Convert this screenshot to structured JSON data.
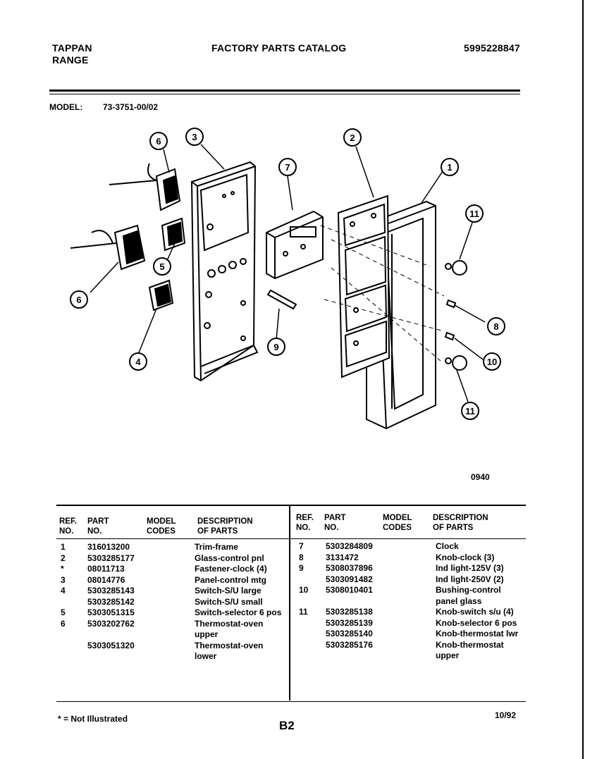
{
  "header": {
    "brand_line1": "TAPPAN",
    "brand_line2": "RANGE",
    "title": "FACTORY PARTS CATALOG",
    "catalog_number": "5995228847"
  },
  "model": {
    "label": "MODEL:",
    "value": "73-3751-00/02"
  },
  "diagram": {
    "callouts": [
      "6",
      "3",
      "2",
      "7",
      "1",
      "11",
      "6",
      "5",
      "8",
      "4",
      "9",
      "10",
      "11"
    ],
    "figure_code": "0940"
  },
  "table": {
    "headers": {
      "ref": [
        "REF.",
        "NO."
      ],
      "part": [
        "PART",
        "NO."
      ],
      "model": [
        "MODEL",
        "CODES"
      ],
      "desc": [
        "DESCRIPTION",
        "OF PARTS"
      ]
    },
    "left_rows": [
      {
        "ref": "1",
        "part": "316013200",
        "desc": "Trim-frame"
      },
      {
        "ref": "2",
        "part": "5303285177",
        "desc": "Glass-control pnl"
      },
      {
        "ref": "*",
        "part": "08011713",
        "desc": "Fastener-clock (4)"
      },
      {
        "ref": "3",
        "part": "08014776",
        "desc": "Panel-control mtg"
      },
      {
        "ref": "4",
        "part": "5303285143",
        "desc": "Switch-S/U large"
      },
      {
        "ref": "",
        "part": "5303285142",
        "desc": "Switch-S/U small"
      },
      {
        "ref": "5",
        "part": "5303051315",
        "desc": "Switch-selector 6 pos"
      },
      {
        "ref": "6",
        "part": "5303202762",
        "desc": "Thermostat-oven"
      },
      {
        "ref": "",
        "part": "",
        "desc": "upper"
      },
      {
        "ref": "",
        "part": "5303051320",
        "desc": "Thermostat-oven"
      },
      {
        "ref": "",
        "part": "",
        "desc": "lower"
      }
    ],
    "right_rows": [
      {
        "ref": "7",
        "part": "5303284809",
        "desc": "Clock"
      },
      {
        "ref": "8",
        "part": "3131472",
        "desc": "Knob-clock (3)"
      },
      {
        "ref": "9",
        "part": "5308037896",
        "desc": "Ind light-125V (3)"
      },
      {
        "ref": "",
        "part": "5303091482",
        "desc": "Ind light-250V (2)"
      },
      {
        "ref": "10",
        "part": "5308010401",
        "desc": "Bushing-control"
      },
      {
        "ref": "",
        "part": "",
        "desc": "panel glass"
      },
      {
        "ref": "11",
        "part": "5303285138",
        "desc": "Knob-switch s/u (4)"
      },
      {
        "ref": "",
        "part": "5303285139",
        "desc": "Knob-selector 6 pos"
      },
      {
        "ref": "",
        "part": "5303285140",
        "desc": "Knob-thermostat lwr"
      },
      {
        "ref": "",
        "part": "5303285176",
        "desc": "Knob-thermostat"
      },
      {
        "ref": "",
        "part": "",
        "desc": "upper"
      }
    ]
  },
  "footer": {
    "note": "* = Not Illustrated",
    "page": "B2",
    "date": "10/92"
  }
}
